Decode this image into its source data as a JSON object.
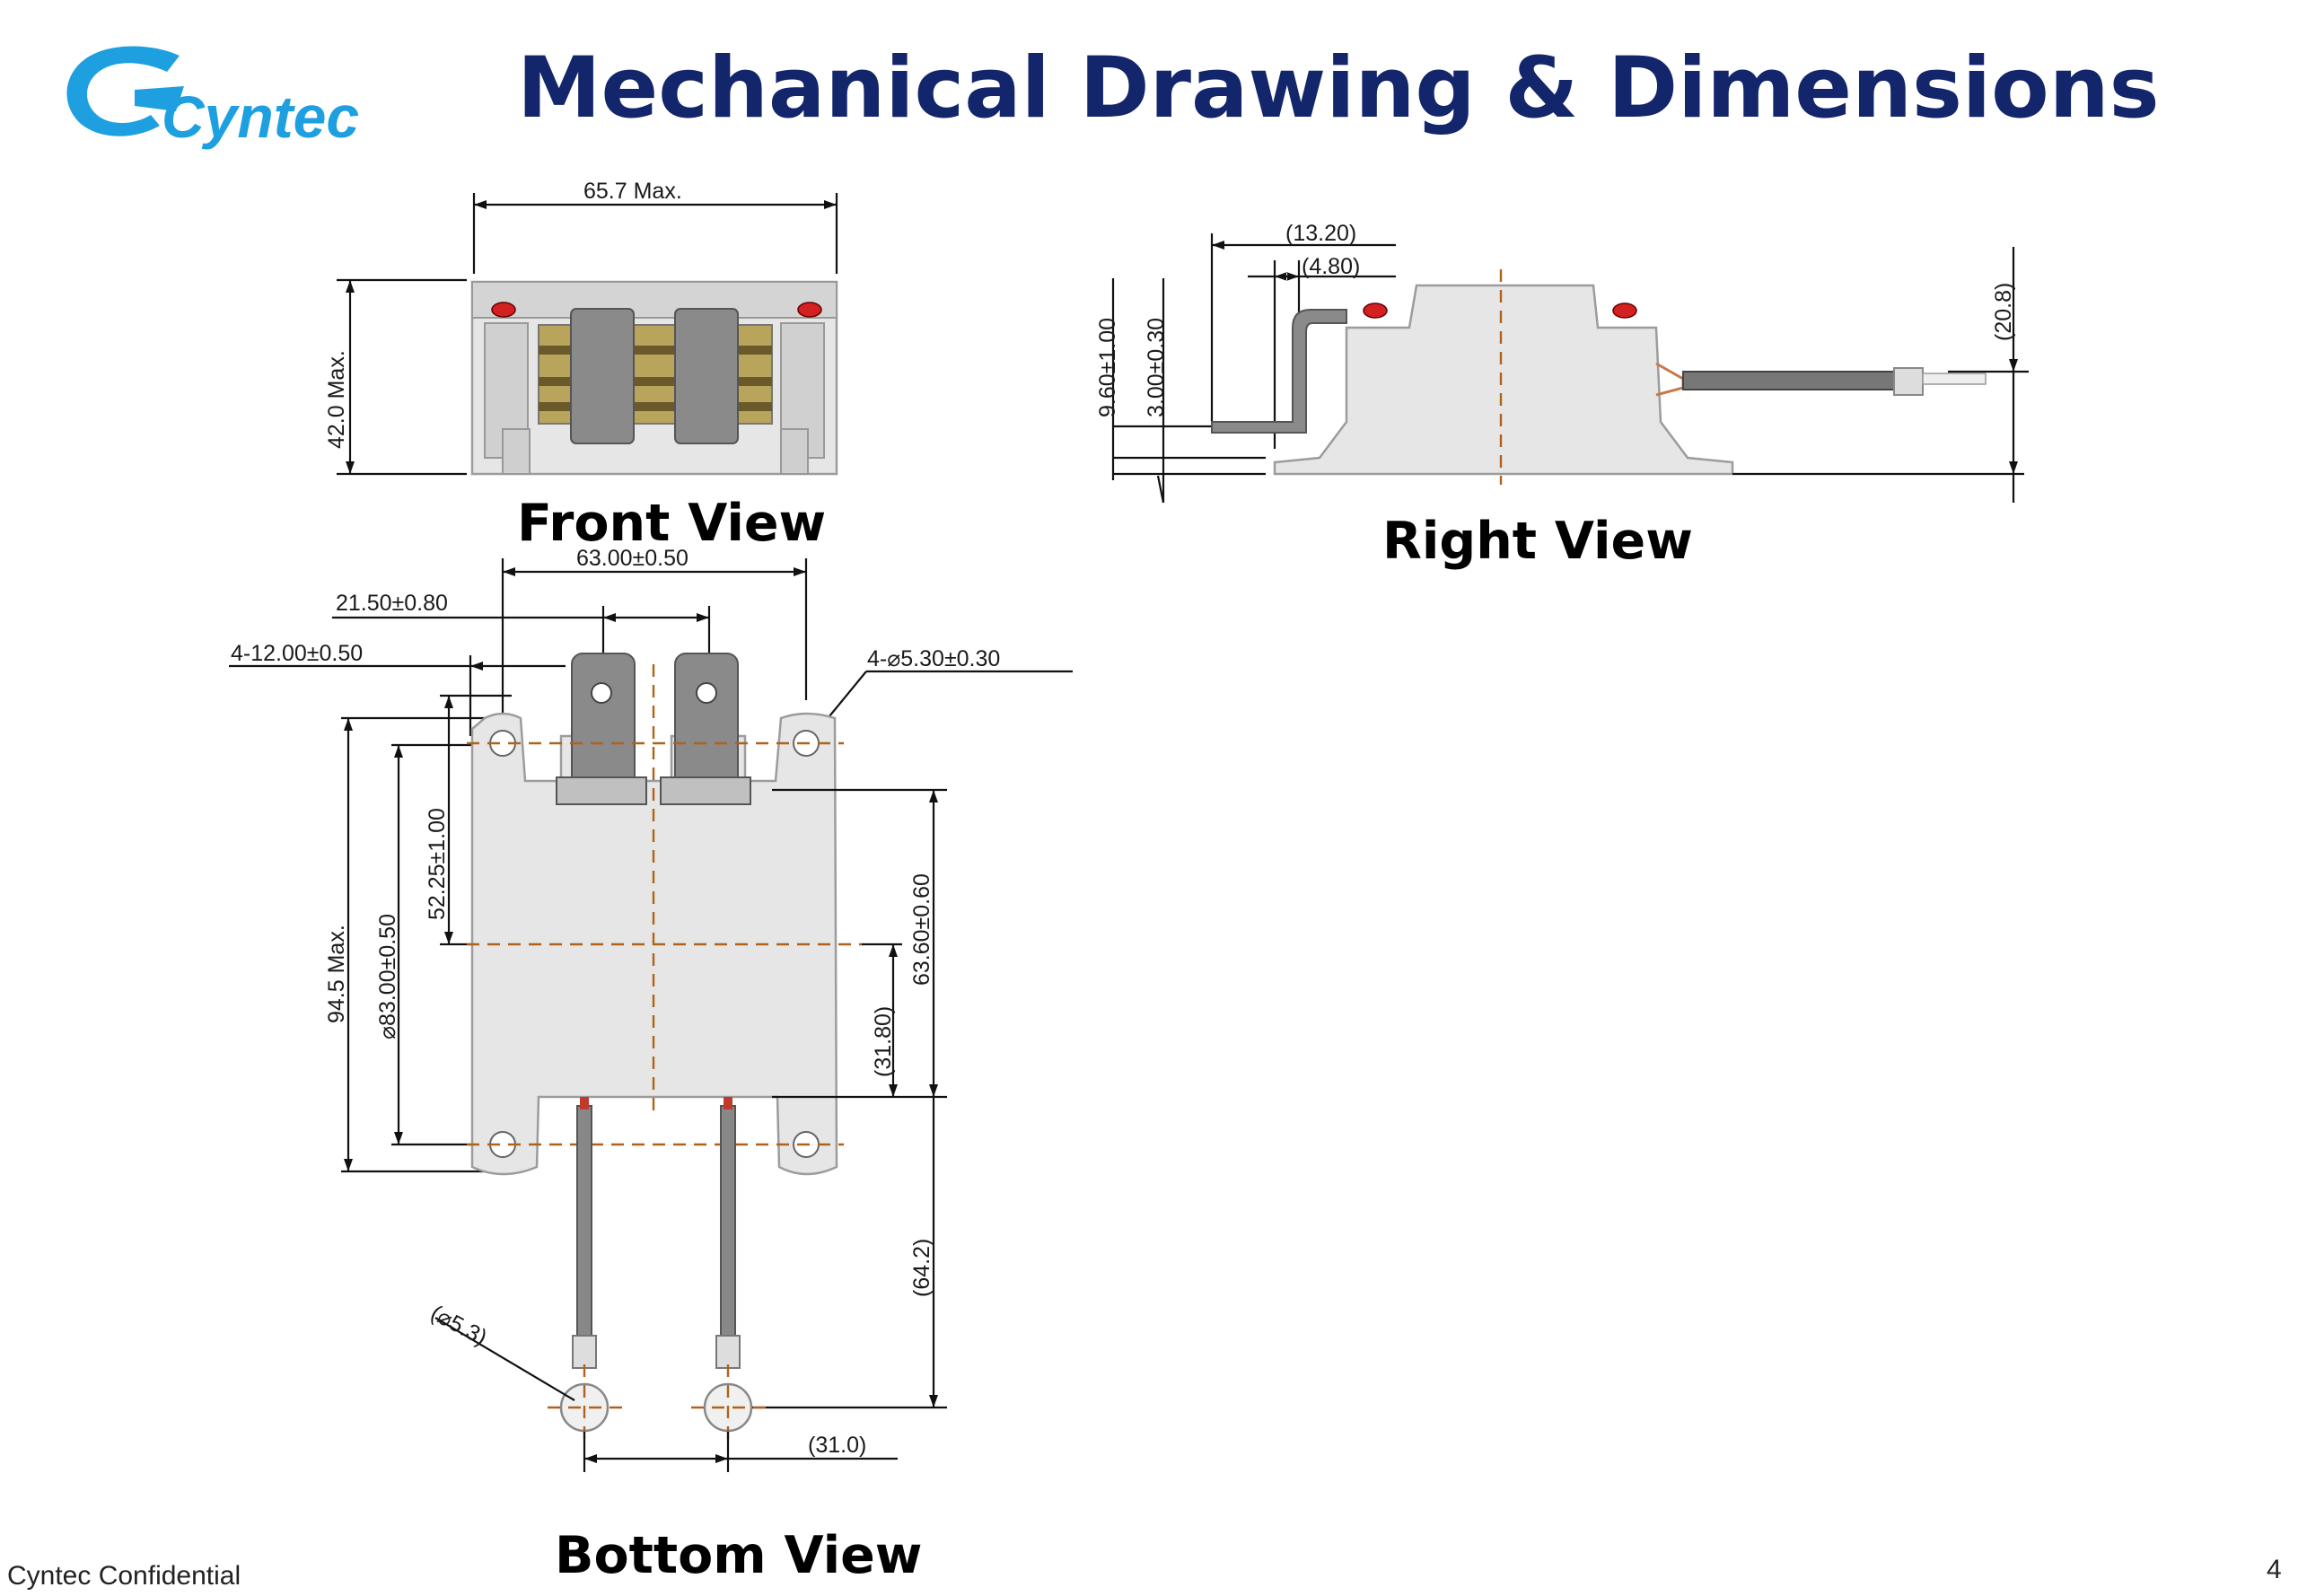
{
  "header": {
    "logo_text": "Cyntec",
    "title": "Mechanical Drawing & Dimensions",
    "brand_color": "#1ea0e0",
    "title_color": "#13256b"
  },
  "views": {
    "front": {
      "label": "Front View",
      "dims": {
        "width": "65.7 Max.",
        "height": "42.0 Max."
      }
    },
    "right": {
      "label": "Right View",
      "dims": {
        "d1": "(13.20)",
        "d2": "(4.80)",
        "d3": "9.60±1.00",
        "d4": "3.00±0.30",
        "d5": "(20.8)"
      }
    },
    "bottom": {
      "label": "Bottom View",
      "dims": {
        "d1": "63.00±0.50",
        "d2": "21.50±0.80",
        "d3": "4-12.00±0.50",
        "d4": "4-⌀5.30±0.30",
        "d5": "52.25±1.00",
        "d6": "⌀83.00±0.50",
        "d7": "94.5 Max.",
        "d8": "63.60±0.60",
        "d9": "(31.80)",
        "d10": "(64.2)",
        "d11": "(⌀5.3)",
        "d12": "(31.0)"
      }
    }
  },
  "footer": {
    "confidential": "Cyntec Confidential",
    "page_number": "4"
  }
}
